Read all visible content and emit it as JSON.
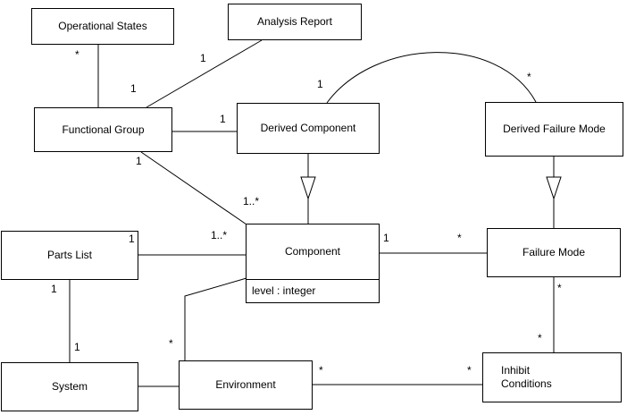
{
  "diagram_type": "uml-class-diagram",
  "colors": {
    "background": "#ffffff",
    "box_fill": "#ffffff",
    "box_border": "#000000",
    "line": "#000000",
    "text": "#000000"
  },
  "classes": {
    "operational_states": {
      "label": "Operational States"
    },
    "analysis_report": {
      "label": "Analysis Report"
    },
    "functional_group": {
      "label": "Functional Group"
    },
    "derived_component": {
      "label": "Derived Component"
    },
    "derived_failure_mode": {
      "label": "Derived Failure Mode"
    },
    "parts_list": {
      "label": "Parts List"
    },
    "component": {
      "label": "Component",
      "attributes": [
        "level : integer"
      ]
    },
    "failure_mode": {
      "label": "Failure Mode"
    },
    "system": {
      "label": "System"
    },
    "environment": {
      "label": "Environment"
    },
    "inhibit_conditions": {
      "label": "Inhibit Conditions"
    }
  },
  "multiplicities": {
    "op_states_end": "*",
    "fg_op_states_end": "1",
    "analysis_report_end": "1",
    "fg_derived_component_end": "1",
    "derived_component_arc_end": "1",
    "derived_failure_mode_arc_end": "*",
    "fg_component_fg_end": "1",
    "fg_component_comp_end": "1..*",
    "parts_list_comp_pl_end": "1",
    "parts_list_comp_comp_end": "1..*",
    "comp_failure_comp_end": "1",
    "comp_failure_fm_end": "*",
    "parts_list_system_pl_end": "1",
    "parts_list_system_sys_end": "1",
    "comp_environment_env_end": "*",
    "env_inhibit_env_end": "*",
    "env_inhibit_inh_end": "*",
    "failure_inhibit_fm_end": "*",
    "failure_inhibit_inh_end": "*"
  }
}
